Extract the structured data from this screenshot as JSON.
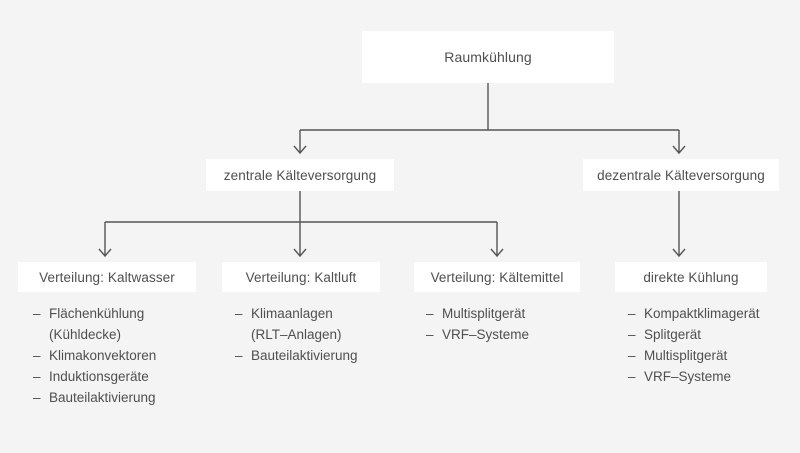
{
  "diagram": {
    "title_node": "Raumkühlung",
    "colors": {
      "background": "#f4f4f4",
      "node_fill": "#ffffff",
      "text": "#4f4f4f",
      "connector": "#555555"
    },
    "level2": [
      {
        "label": "zentrale Kälteversorgung"
      },
      {
        "label": "dezentrale Kälteversorgung"
      }
    ],
    "level3": [
      {
        "label": "Verteilung: Kaltwasser",
        "items": [
          {
            "text": "Flächenkühlung",
            "bullet": "–"
          },
          {
            "text": "(Kühldecke)",
            "bullet": ""
          },
          {
            "text": "Klimakonvektoren",
            "bullet": "–"
          },
          {
            "text": "Induktionsgeräte",
            "bullet": "–"
          },
          {
            "text": "Bauteilaktivierung",
            "bullet": "–"
          }
        ]
      },
      {
        "label": "Verteilung: Kaltluft",
        "items": [
          {
            "text": "Klimaanlagen",
            "bullet": "–"
          },
          {
            "text": "(RLT–Anlagen)",
            "bullet": ""
          },
          {
            "text": "Bauteilaktivierung",
            "bullet": "–"
          }
        ]
      },
      {
        "label": "Verteilung: Kältemittel",
        "items": [
          {
            "text": "Multisplitgerät",
            "bullet": "–"
          },
          {
            "text": "VRF–Systeme",
            "bullet": "–"
          }
        ]
      },
      {
        "label": "direkte Kühlung",
        "items": [
          {
            "text": "Kompaktklimagerät",
            "bullet": "–"
          },
          {
            "text": "Splitgerät",
            "bullet": "–"
          },
          {
            "text": "Multisplitgerät",
            "bullet": "–"
          },
          {
            "text": "VRF–Systeme",
            "bullet": "–"
          }
        ]
      }
    ]
  }
}
